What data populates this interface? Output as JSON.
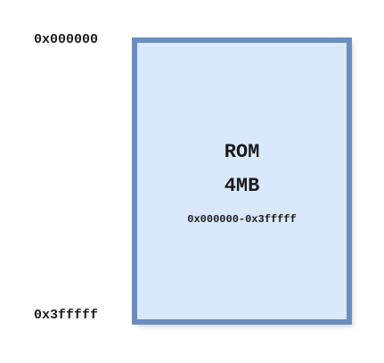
{
  "diagram": {
    "start_address": "0x000000",
    "end_address": "0x3fffff",
    "region": {
      "name": "ROM",
      "size": "4MB",
      "range": "0x000000-0x3fffff"
    }
  },
  "colors": {
    "region_fill": "#dae8fc",
    "region_border": "#6c8ebf"
  }
}
